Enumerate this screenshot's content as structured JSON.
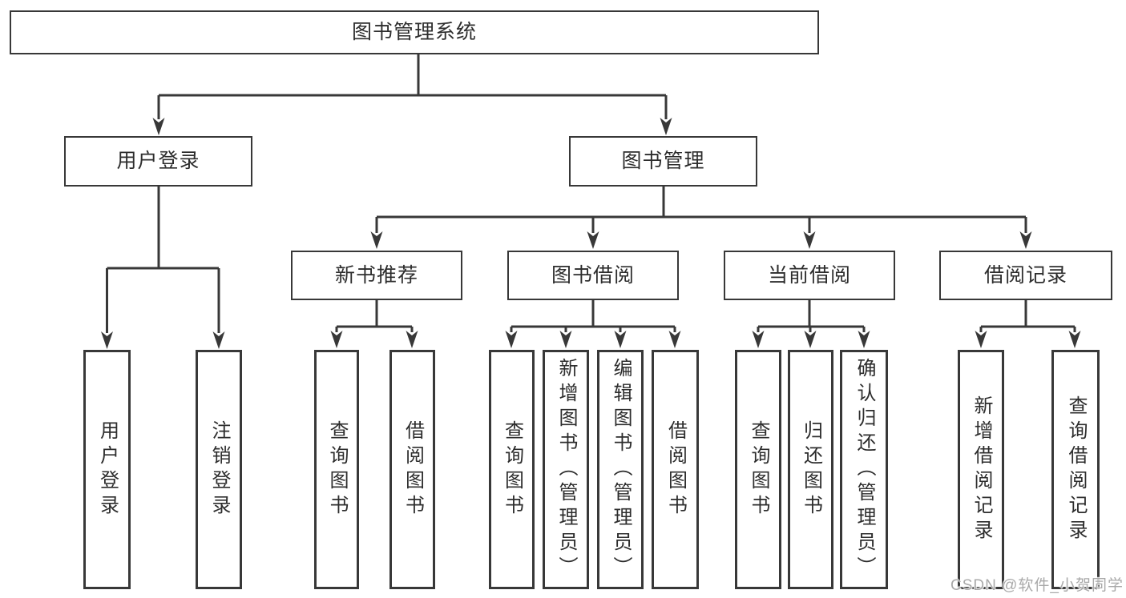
{
  "colors": {
    "line": "#383838",
    "text": "#2d2d2d",
    "background": "#ffffff",
    "watermark": "#a9a9a9"
  },
  "tree": {
    "root": {
      "label": "图书管理系统",
      "children": [
        {
          "label": "用户登录",
          "children": [
            {
              "label": "用户登录"
            },
            {
              "label": "注销登录"
            }
          ]
        },
        {
          "label": "图书管理",
          "children": [
            {
              "label": "新书推荐",
              "children": [
                {
                  "label": "查询图书"
                },
                {
                  "label": "借阅图书"
                }
              ]
            },
            {
              "label": "图书借阅",
              "children": [
                {
                  "label": "查询图书"
                },
                {
                  "label": "新增图书（管理员）"
                },
                {
                  "label": "编辑图书（管理员）"
                },
                {
                  "label": "借阅图书"
                }
              ]
            },
            {
              "label": "当前借阅",
              "children": [
                {
                  "label": "查询图书"
                },
                {
                  "label": "归还图书"
                },
                {
                  "label": "确认归还（管理员）"
                }
              ]
            },
            {
              "label": "借阅记录",
              "children": [
                {
                  "label": "新增借阅记录"
                },
                {
                  "label": "查询借阅记录"
                }
              ]
            }
          ]
        }
      ]
    }
  },
  "watermark": {
    "text": "CSDN @软件_小贺同学"
  }
}
